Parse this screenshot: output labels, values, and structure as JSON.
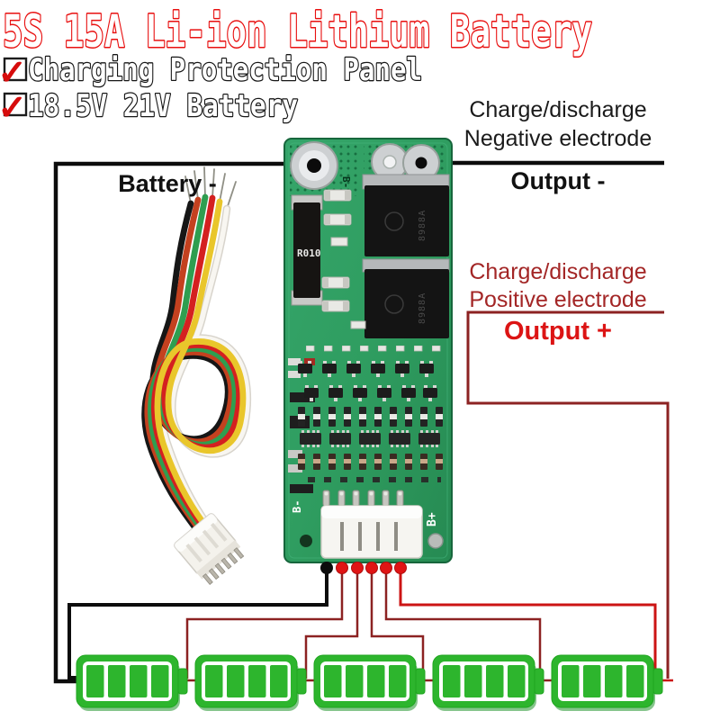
{
  "product": {
    "title": "5S 15A Li-ion Lithium Battery",
    "check_glyph": "✓",
    "features": [
      {
        "checked": true,
        "label": "Charging Protection Panel"
      },
      {
        "checked": true,
        "label": "18.5V 21V Battery"
      }
    ]
  },
  "callouts": {
    "battery_minus": "Battery -",
    "output_minus": "Output -",
    "output_plus": "Output +",
    "charge_discharge": "Charge/discharge",
    "negative_electrode": "Negative electrode",
    "positive_electrode": "Positive electrode"
  },
  "board": {
    "silkscreen": {
      "shunt_resistor": "R010",
      "pad_battery_minus": "B-",
      "pad_pack_minus": "P-",
      "balance_b_plus": "B+",
      "balance_b_minus": "B-"
    },
    "mosfet_marking": "8988A"
  },
  "diagram": {
    "battery_cell_count": 5,
    "balance_dot_colors": [
      "black",
      "red",
      "red",
      "red",
      "red",
      "red"
    ],
    "harness_wire_colors": [
      "black",
      "orange-red",
      "green",
      "red",
      "yellow",
      "white"
    ]
  },
  "colors": {
    "title_red": "#e81010",
    "check_red": "#d60c0c",
    "outline_black": "#161616",
    "note_dark_red": "#a32626",
    "output_plus_red": "#dc1414",
    "line_black": "#0c0c0c",
    "line_dark_red": "#8c2222",
    "line_bright_red": "#cc1414",
    "battery_green": "#2db52d",
    "pcb_green": "#2f9d60"
  }
}
